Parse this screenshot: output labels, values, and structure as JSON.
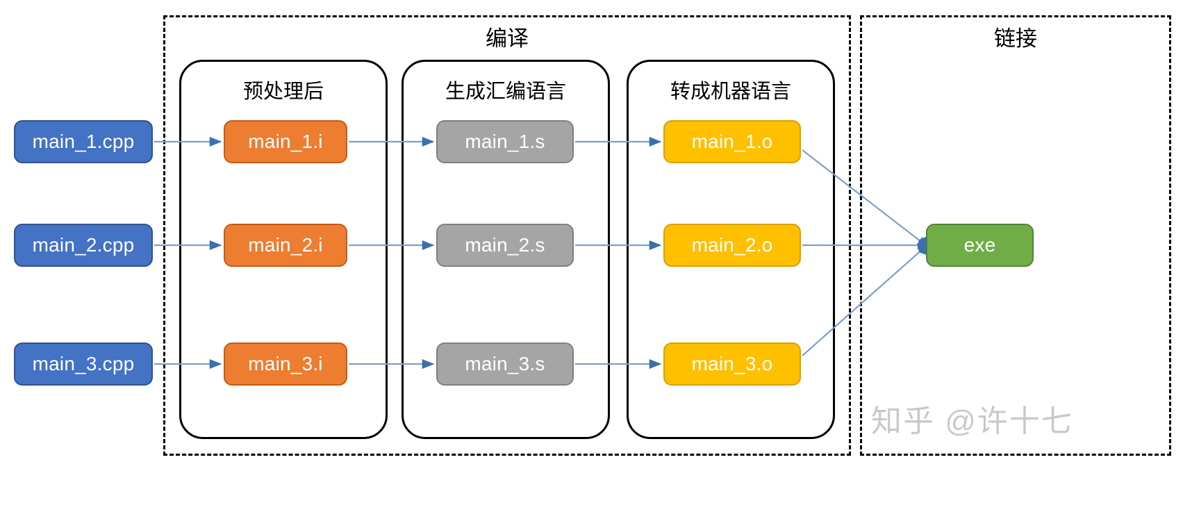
{
  "diagram": {
    "title_compile": "编译",
    "title_link": "链接",
    "stages": [
      {
        "key": "preprocess",
        "label": "预处理后"
      },
      {
        "key": "assembly",
        "label": "生成汇编语言"
      },
      {
        "key": "machine",
        "label": "转成机器语言"
      }
    ],
    "columns": {
      "source": [
        "main_1.cpp",
        "main_2.cpp",
        "main_3.cpp"
      ],
      "preprocessed": [
        "main_1.i",
        "main_2.i",
        "main_3.i"
      ],
      "assembly": [
        "main_1.s",
        "main_2.s",
        "main_3.s"
      ],
      "object": [
        "main_1.o",
        "main_2.o",
        "main_3.o"
      ],
      "executable": "exe"
    },
    "colors": {
      "source": "#4472C4",
      "preprocessed": "#ED7D31",
      "assembly": "#A5A5A5",
      "object": "#FFC000",
      "executable": "#70AD47",
      "arrow": "#5B85BE",
      "frame": "#000000",
      "watermark": "#C9C9C9"
    },
    "watermark": "知乎 @许十七"
  }
}
